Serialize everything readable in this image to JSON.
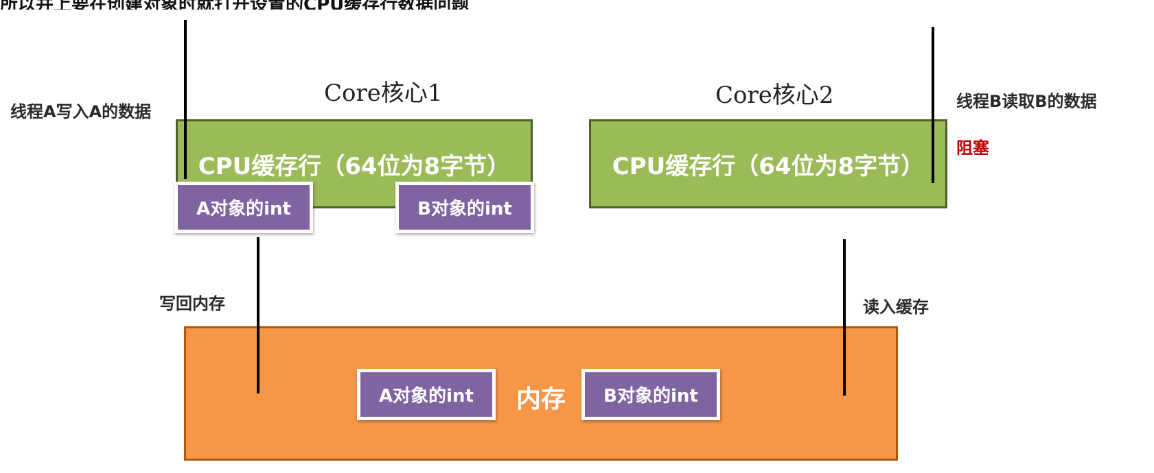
{
  "header": {
    "title": "所以并上要在创建对象时就打开设置的CPU缓存行数据问题"
  },
  "core1": {
    "label": "Core核心1",
    "cache_line": "CPU缓存行（64位为8字节）",
    "obj_a": "A对象的int",
    "obj_b": "B对象的int"
  },
  "core2": {
    "label": "Core核心2",
    "cache_line": "CPU缓存行（64位为8字节）"
  },
  "thread_a": "线程A写入A的数据",
  "thread_b": "线程B读取B的数据",
  "blocked": "阻塞",
  "write_back": "写回内存",
  "read_in": "读入缓存",
  "memory": {
    "label": "内存",
    "obj_a": "A对象的int",
    "obj_b": "B对象的int"
  },
  "colors": {
    "cache_fill": "#9bbb59",
    "memory_fill": "#f79646",
    "object_fill": "#8064a2",
    "blocked_text": "#c00000"
  }
}
